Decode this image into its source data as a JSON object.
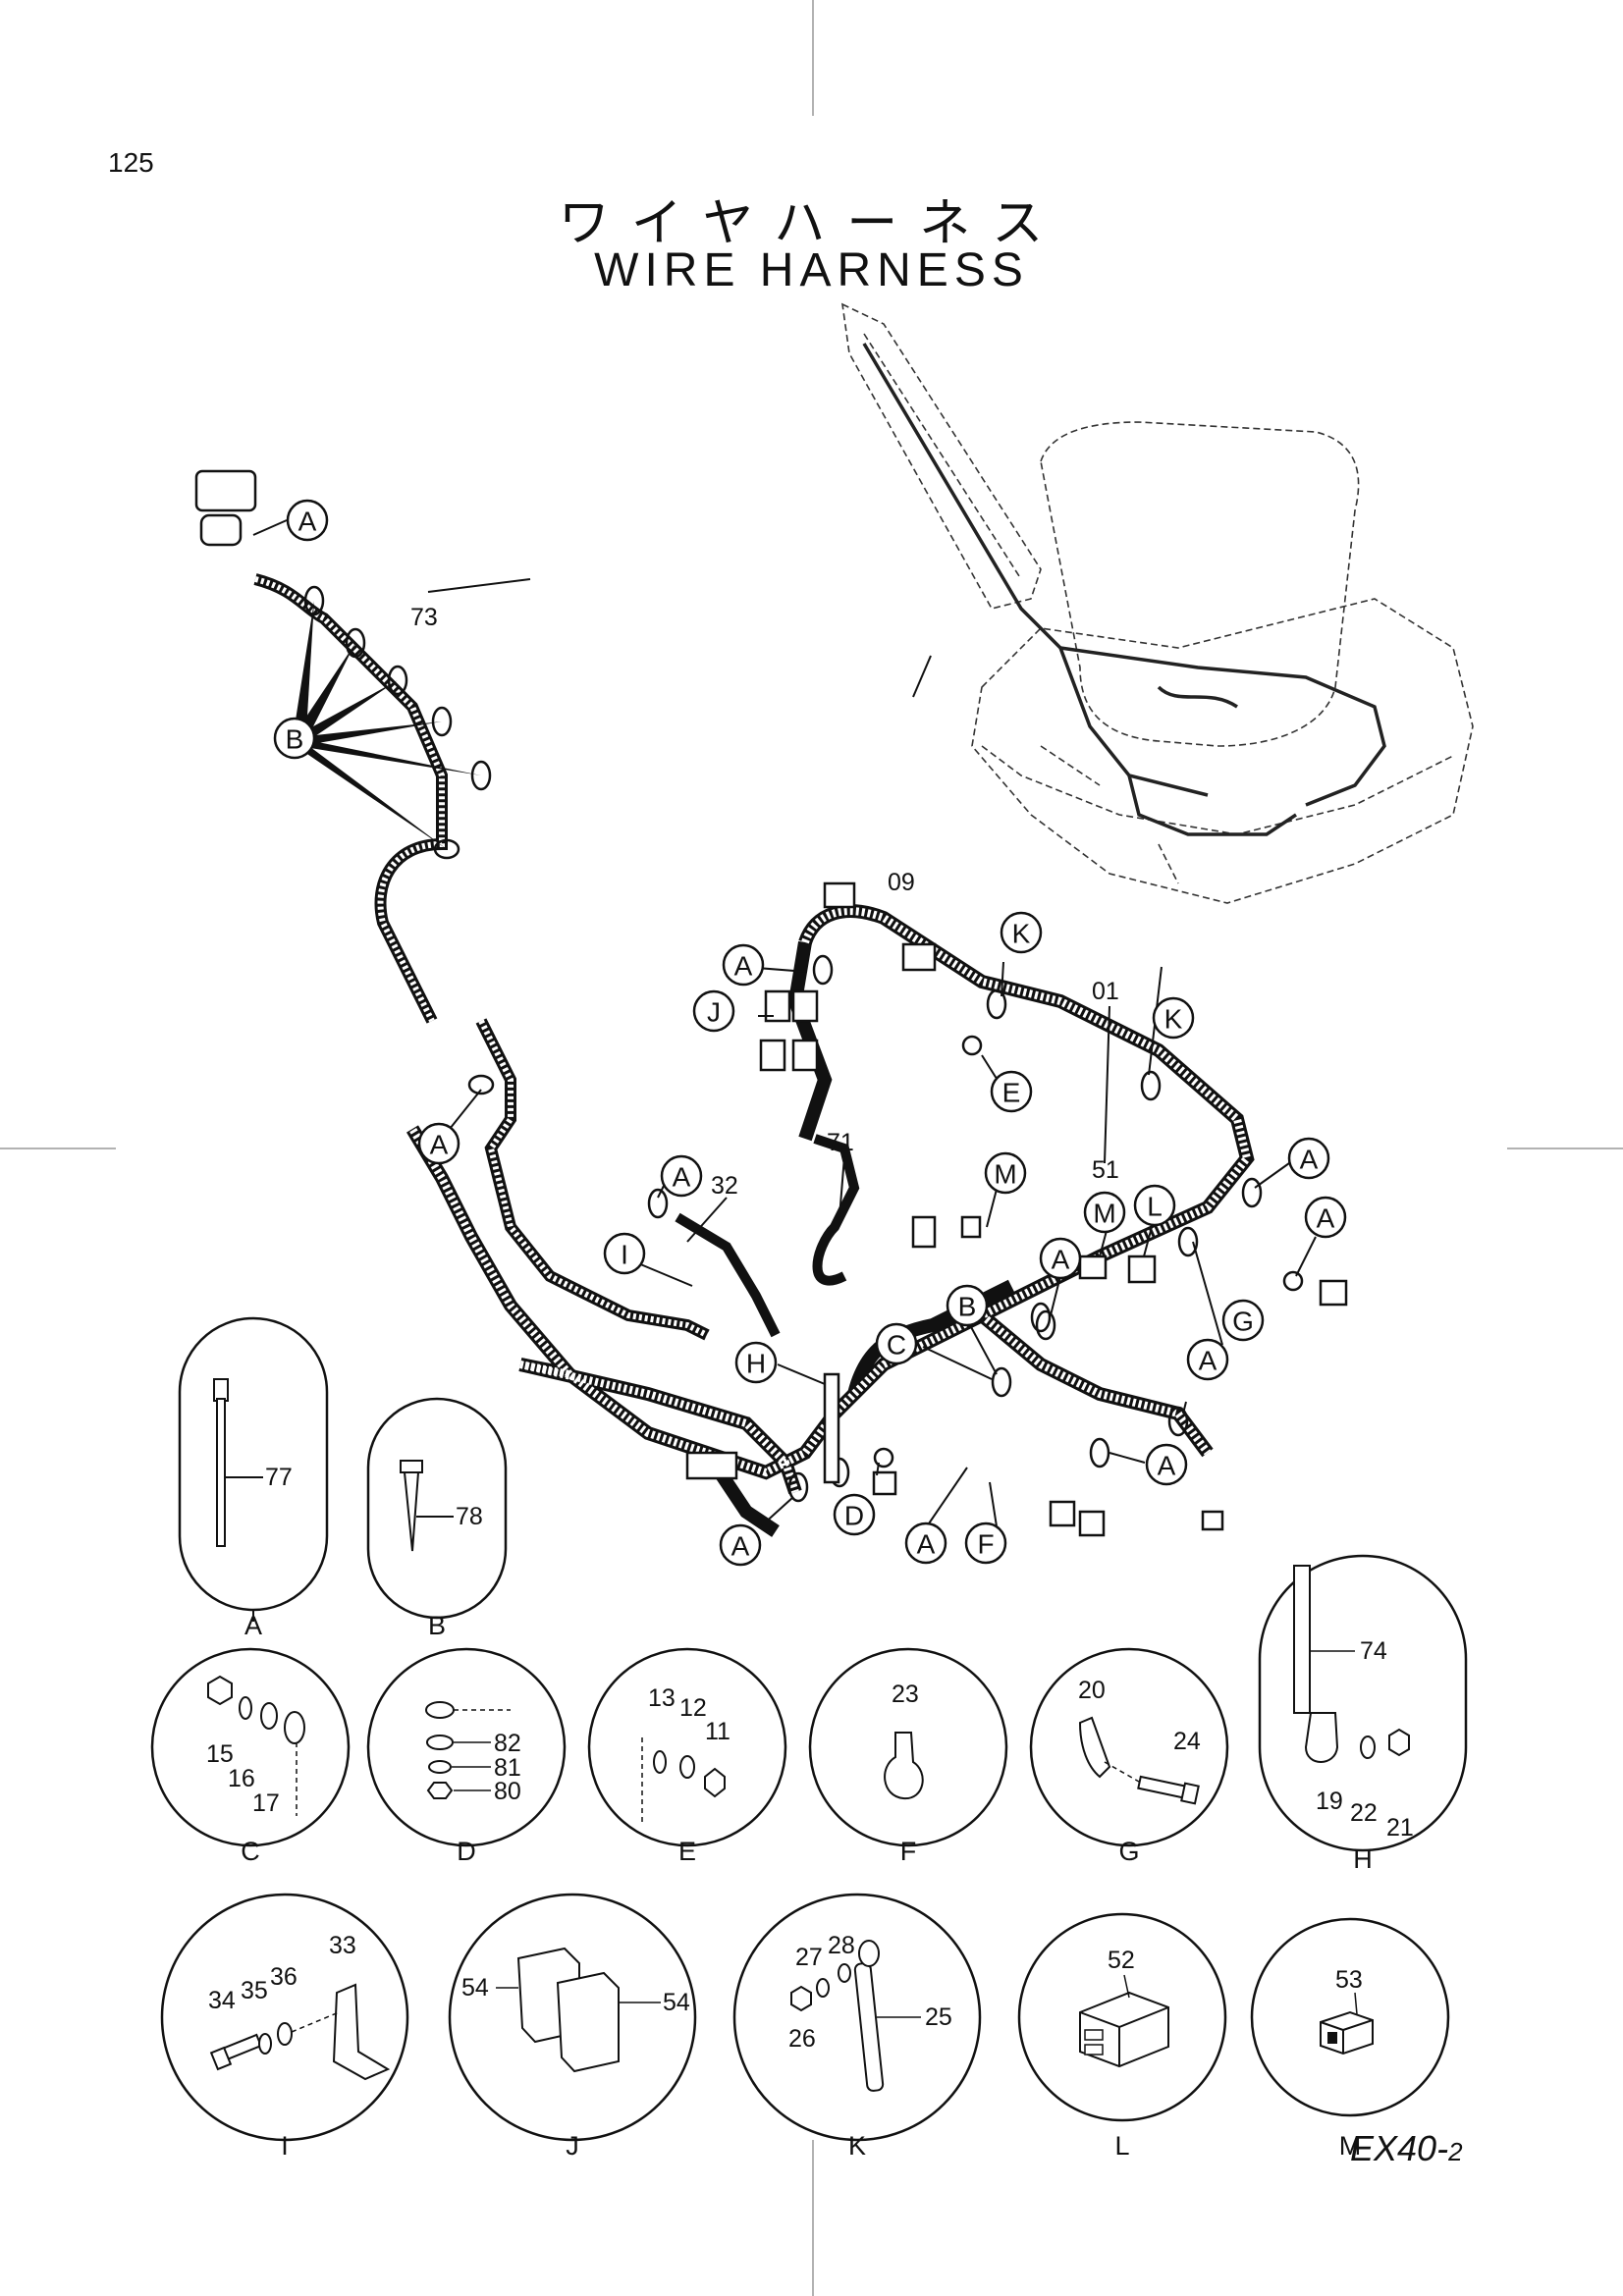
{
  "page_number": "125",
  "title_jp": "ワイヤハーネス",
  "title_en": "WIRE HARNESS",
  "drawing_code": "EX40-",
  "drawing_code_suffix": "2",
  "callouts": [
    {
      "id": "c1",
      "text": "A"
    },
    {
      "id": "c2",
      "text": "B"
    },
    {
      "id": "c3",
      "text": "A"
    },
    {
      "id": "c4",
      "text": "A"
    },
    {
      "id": "c5",
      "text": "J"
    },
    {
      "id": "c6",
      "text": "K"
    },
    {
      "id": "c7",
      "text": "E"
    },
    {
      "id": "c8",
      "text": "K"
    },
    {
      "id": "c9",
      "text": "A"
    },
    {
      "id": "c10",
      "text": "M"
    },
    {
      "id": "c11",
      "text": "I"
    },
    {
      "id": "c12",
      "text": "M"
    },
    {
      "id": "c13",
      "text": "L"
    },
    {
      "id": "c14",
      "text": "A"
    },
    {
      "id": "c15",
      "text": "A"
    },
    {
      "id": "c16",
      "text": "A"
    },
    {
      "id": "c17",
      "text": "G"
    },
    {
      "id": "c18",
      "text": "H"
    },
    {
      "id": "c19",
      "text": "C"
    },
    {
      "id": "c20",
      "text": "B"
    },
    {
      "id": "c21",
      "text": "A"
    },
    {
      "id": "c22",
      "text": "A"
    },
    {
      "id": "c23",
      "text": "D"
    },
    {
      "id": "c24",
      "text": "A"
    },
    {
      "id": "c25",
      "text": "F"
    },
    {
      "id": "c26",
      "text": "A"
    }
  ],
  "part_labels": [
    "73",
    "09",
    "01",
    "51",
    "71",
    "32"
  ],
  "details": [
    {
      "letter": "A",
      "parts": [
        "77"
      ]
    },
    {
      "letter": "B",
      "parts": [
        "78"
      ]
    },
    {
      "letter": "C",
      "parts": [
        "15",
        "16",
        "17"
      ]
    },
    {
      "letter": "D",
      "parts": [
        "82",
        "81",
        "80"
      ]
    },
    {
      "letter": "E",
      "parts": [
        "13",
        "12",
        "11"
      ]
    },
    {
      "letter": "F",
      "parts": [
        "23"
      ]
    },
    {
      "letter": "G",
      "parts": [
        "20",
        "24"
      ]
    },
    {
      "letter": "H",
      "parts": [
        "74",
        "19",
        "22",
        "21"
      ]
    },
    {
      "letter": "I",
      "parts": [
        "33",
        "34",
        "35",
        "36"
      ]
    },
    {
      "letter": "J",
      "parts": [
        "54",
        "54"
      ]
    },
    {
      "letter": "K",
      "parts": [
        "27",
        "28",
        "26",
        "25"
      ]
    },
    {
      "letter": "L",
      "parts": [
        "52"
      ]
    },
    {
      "letter": "M",
      "parts": [
        "53"
      ]
    }
  ]
}
